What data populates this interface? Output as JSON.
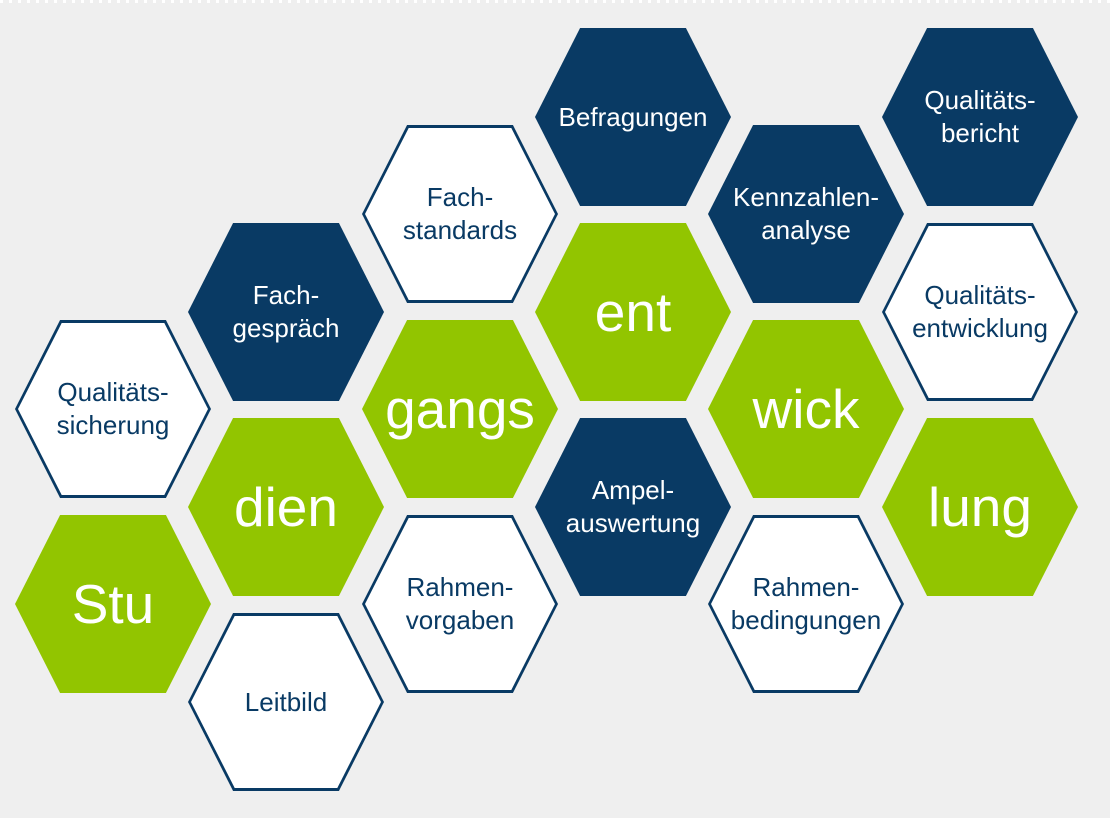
{
  "diagram": {
    "background_color": "#efefef",
    "colors": {
      "navy": "#093a64",
      "green": "#92c500",
      "white": "#ffffff"
    },
    "hexagons": [
      {
        "id": "befragungen",
        "style": "navy",
        "lines": [
          "Befragungen"
        ]
      },
      {
        "id": "qualitaetsbericht",
        "style": "navy",
        "lines": [
          "Qualitäts-",
          "bericht"
        ]
      },
      {
        "id": "fachstandards",
        "style": "outline",
        "lines": [
          "Fach-",
          "standards"
        ]
      },
      {
        "id": "kennzahlenanalyse",
        "style": "navy",
        "lines": [
          "Kennzahlen-",
          "analyse"
        ]
      },
      {
        "id": "fachgespraech",
        "style": "navy",
        "lines": [
          "Fach-",
          "gespräch"
        ]
      },
      {
        "id": "ent",
        "style": "green",
        "lines": [
          "ent"
        ]
      },
      {
        "id": "qualitaetsentwicklung",
        "style": "outline",
        "lines": [
          "Qualitäts-",
          "entwicklung"
        ]
      },
      {
        "id": "qualitaetssicherung",
        "style": "outline",
        "lines": [
          "Qualitäts-",
          "sicherung"
        ]
      },
      {
        "id": "gangs",
        "style": "green",
        "lines": [
          "gangs"
        ]
      },
      {
        "id": "wick",
        "style": "green",
        "lines": [
          "wick"
        ]
      },
      {
        "id": "dien",
        "style": "green",
        "lines": [
          "dien"
        ]
      },
      {
        "id": "ampelauswertung",
        "style": "navy",
        "lines": [
          "Ampel-",
          "auswertung"
        ]
      },
      {
        "id": "lung",
        "style": "green",
        "lines": [
          "lung"
        ]
      },
      {
        "id": "stu",
        "style": "green",
        "lines": [
          "Stu"
        ]
      },
      {
        "id": "rahmenvorgaben",
        "style": "outline",
        "lines": [
          "Rahmen-",
          "vorgaben"
        ]
      },
      {
        "id": "rahmenbedingungen",
        "style": "outline",
        "lines": [
          "Rahmen-",
          "bedingungen"
        ]
      },
      {
        "id": "leitbild",
        "style": "outline",
        "lines": [
          "Leitbild"
        ]
      }
    ]
  }
}
